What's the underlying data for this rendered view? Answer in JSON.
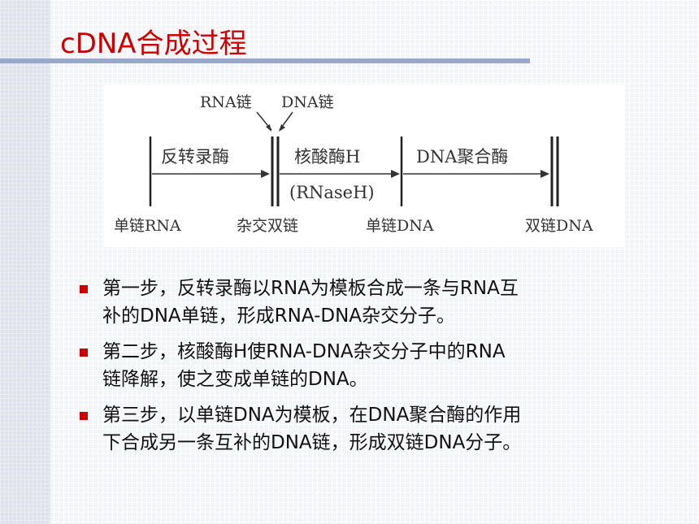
{
  "title": "cDNA合成过程",
  "diagram": {
    "top_labels": {
      "rna_strand": "RNA链",
      "dna_strand": "DNA链"
    },
    "enzymes": {
      "reverse_transcriptase": "反转录酶",
      "rnase_h": "核酸酶H",
      "rnase_h_alias": "(RNaseH)",
      "dna_polymerase": "DNA聚合酶"
    },
    "stages": {
      "ss_rna": "单链RNA",
      "hybrid": "杂交双链",
      "ss_dna": "单链DNA",
      "ds_dna": "双链DNA"
    }
  },
  "bullets": [
    {
      "line1": "第一步，反转录酶以RNA为模板合成一条与RNA互",
      "line2": "补的DNA单链，形成RNA-DNA杂交分子。"
    },
    {
      "line1": "第二步，核酸酶H使RNA-DNA杂交分子中的RNA",
      "line2": "链降解，使之变成单链的DNA。"
    },
    {
      "line1": "第三步，以单链DNA为模板，在DNA聚合酶的作用",
      "line2": "下合成另一条互补的DNA链，形成双链DNA分子。"
    }
  ],
  "colors": {
    "title": "#cc0000",
    "bullet_marker": "#cc0000",
    "rule": "#99a8c8"
  }
}
